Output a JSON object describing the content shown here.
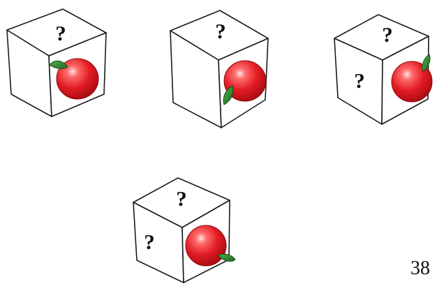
{
  "question_mark": "?",
  "page_number": "38",
  "colors": {
    "ink": "#1a1a1a",
    "apple_red": "#e21b23",
    "apple_dark": "#b30d14",
    "leaf_green": "#2f8a2e"
  },
  "cubes": [
    {
      "id": "cube-1",
      "top_face": "?",
      "left_face": "",
      "right_face": "apple",
      "leaf": "upper-left"
    },
    {
      "id": "cube-2",
      "top_face": "?",
      "left_face": "",
      "right_face": "apple",
      "leaf": "lower-left"
    },
    {
      "id": "cube-3",
      "top_face": "?",
      "left_face": "?",
      "right_face": "apple",
      "leaf": "upper-right"
    },
    {
      "id": "cube-4",
      "top_face": "?",
      "left_face": "?",
      "right_face": "apple",
      "leaf": "lower-right"
    }
  ]
}
